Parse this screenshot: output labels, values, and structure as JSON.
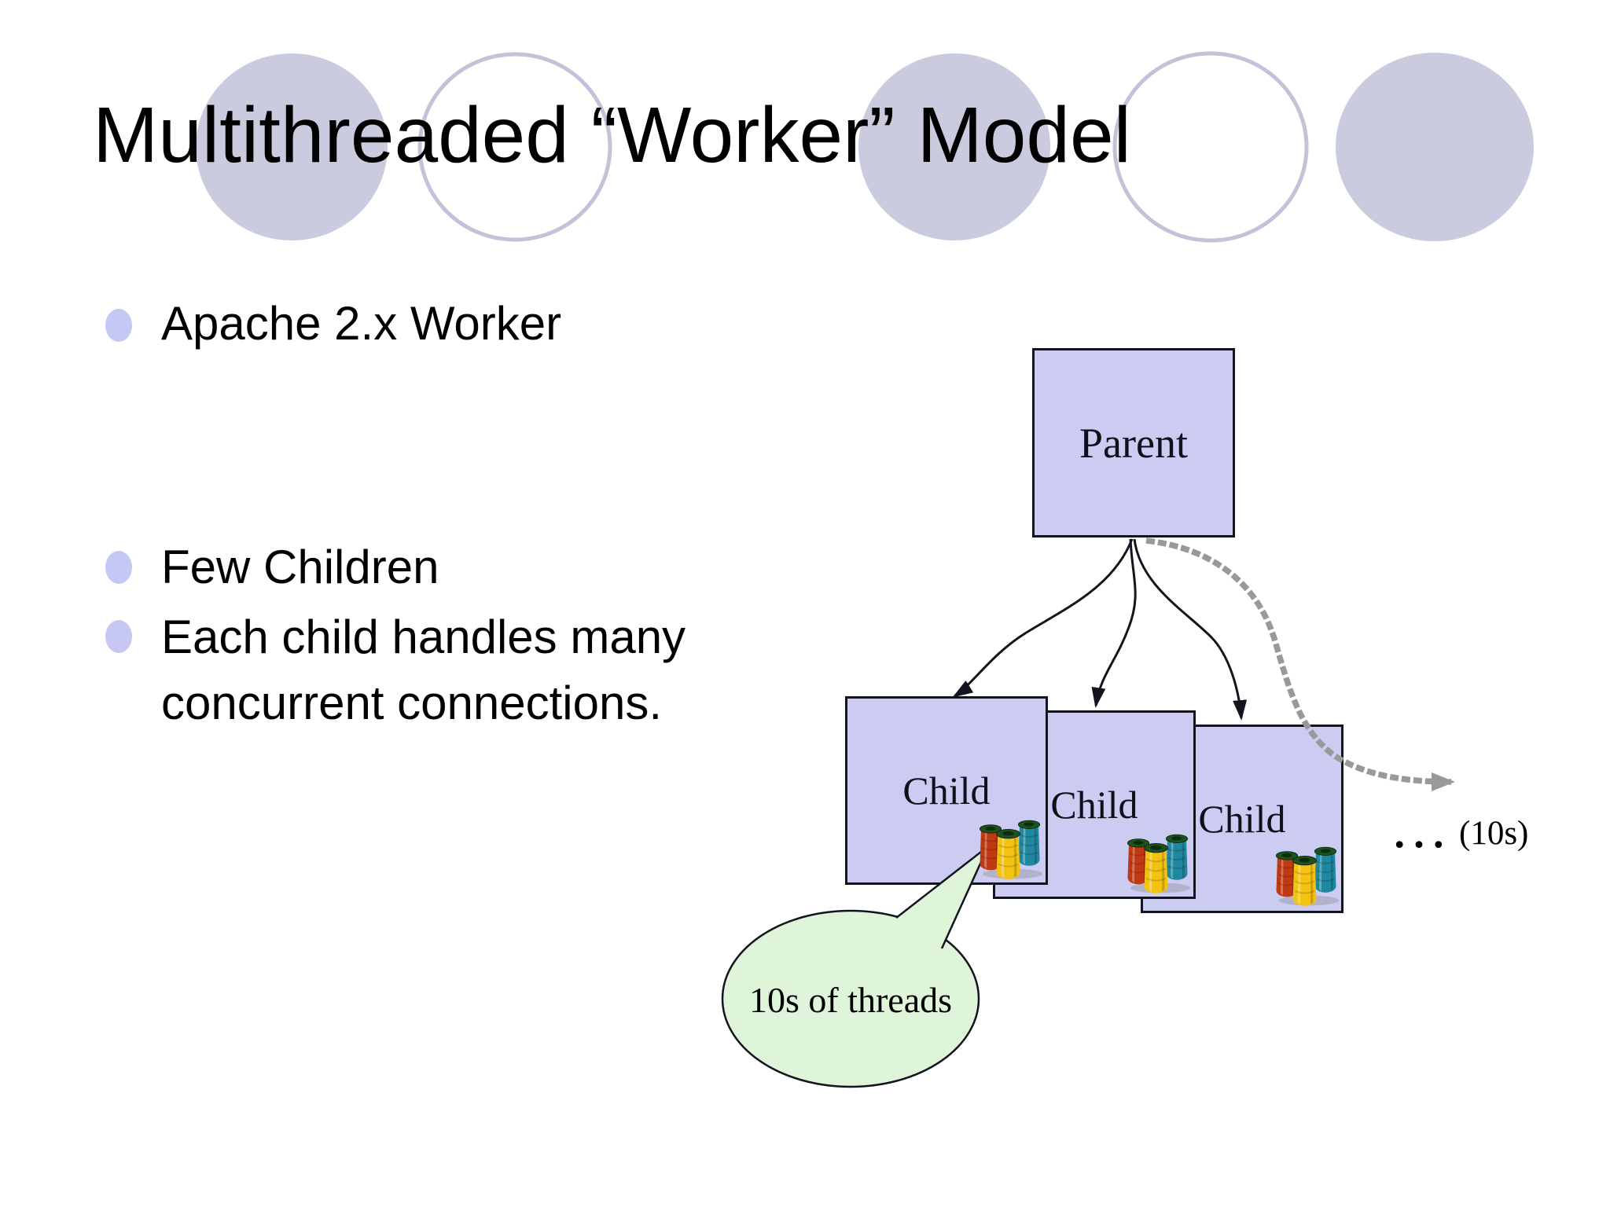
{
  "slide": {
    "title": "Multithreaded “Worker” Model",
    "bullets": [
      {
        "label": "Apache 2.x Worker"
      },
      {
        "label": "Few Children"
      },
      {
        "label": "Each child handles many concurrent connections."
      }
    ]
  },
  "diagram": {
    "parent_box": {
      "label": "Parent"
    },
    "child_boxes": [
      {
        "label": "Child"
      },
      {
        "label": "Child"
      },
      {
        "label": "Child"
      }
    ],
    "callout": {
      "label": "10s of threads"
    },
    "more_children": {
      "ellipsis": "…",
      "note": "(10s)"
    },
    "icons": {
      "threads": "thread-spools"
    }
  },
  "colors": {
    "background": "#ffffff",
    "box_fill": "#ccccf2",
    "box_border": "#14141e",
    "decor_circle_fill": "#cbcbdf",
    "decor_circle_outline": "#c2c2d8",
    "bullet_dot": "#c7c7f3",
    "callout_fill": "#def5da",
    "gray_arrow": "#999999",
    "text": "#000000"
  }
}
